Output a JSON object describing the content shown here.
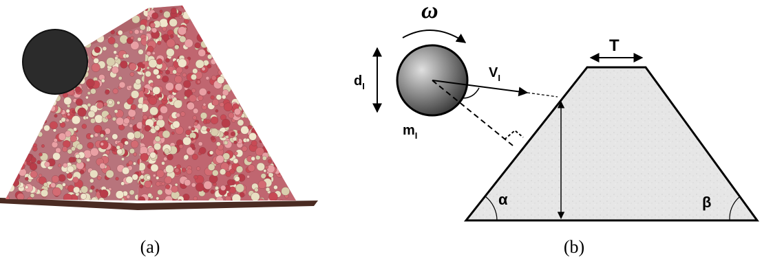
{
  "panels": {
    "a": {
      "caption": "(a)"
    },
    "b": {
      "caption": "(b)"
    }
  },
  "diagram": {
    "omega": "ω",
    "diameter": {
      "main": "d",
      "sub": "I"
    },
    "velocity": {
      "main": "V",
      "sub": "I"
    },
    "mass": {
      "main": "m",
      "sub": "I"
    },
    "crest_width": "T",
    "angle_left": "α",
    "angle_right": "β"
  },
  "colors": {
    "sphere_dark": "#2b2b2b",
    "particle_red": "#c84a55",
    "particle_cream": "#e8dfc2",
    "dam_fill": "#e8e8e8",
    "ball_gradient_light": "#d0d0d0",
    "ball_gradient_dark": "#3a3a3a"
  }
}
